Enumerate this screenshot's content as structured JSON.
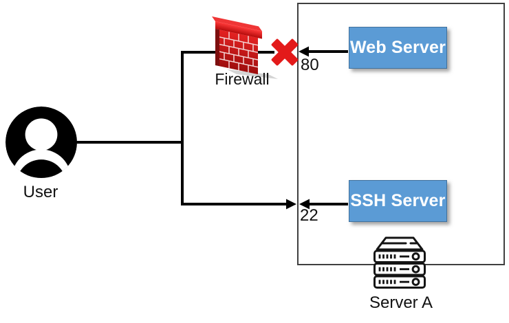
{
  "diagram": {
    "user": {
      "label": "User"
    },
    "firewall": {
      "label": "Firewall"
    },
    "server_a": {
      "label": "Server A",
      "nodes": [
        {
          "label": "Web Server",
          "port": "80",
          "blocked": true
        },
        {
          "label": "SSH Server",
          "port": "22",
          "blocked": false
        }
      ]
    },
    "colors": {
      "node_fill": "#5b9bd5",
      "node_border": "#41719c",
      "blocked_x_red": "#e31a1a",
      "firewall_brick_red": "#c41212",
      "connector_line": "#000000",
      "boundary_stroke": "#3f3f3f"
    }
  }
}
